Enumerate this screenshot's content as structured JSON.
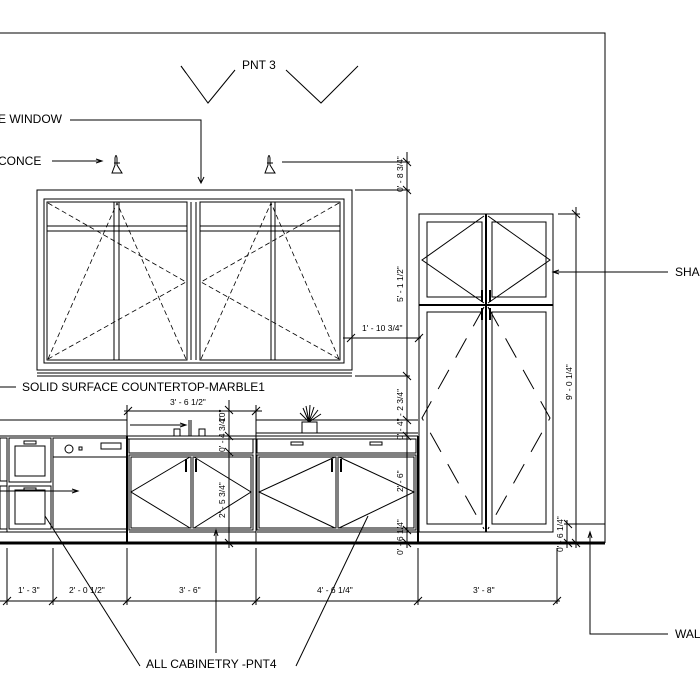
{
  "colors": {
    "line": "#000000",
    "background": "#ffffff"
  },
  "annotations": {
    "paint_top": "PNT 3",
    "window": "E WINDOW",
    "sconce": "CONCE",
    "countertop": "SOLID SURFACE COUNTERTOP-MARBLE1",
    "shaker": "SHA",
    "wall": "WAL",
    "cabinetry": "ALL CABINETRY -PNT4"
  },
  "dimensions": {
    "vertical_left_stack": [
      "0' - 8 3/4\"",
      "5' - 1 1/2\"",
      "0' - 4\" - 2 3/4\"",
      "2' - 6\"",
      "0' - 6 1/4\""
    ],
    "window_to_tall_cabinet": "1' - 10 3/4\"",
    "sink_width": "3' - 6 1/2\"",
    "sink_backsplash": "10\"",
    "counter_thickness": "0' - 4 3/4\"",
    "sink_base_height": "2' - 5 3/4\"",
    "tall_cabinet_height": "9' - 0 1/4\"",
    "tall_toe_kick": "0' - 6 1/4\"",
    "bottom_run": [
      "1' - 3\"",
      "2' - 0 1/2\"",
      "3' - 6\"",
      "4' - 6 1/4\"",
      "3' - 8\""
    ]
  }
}
